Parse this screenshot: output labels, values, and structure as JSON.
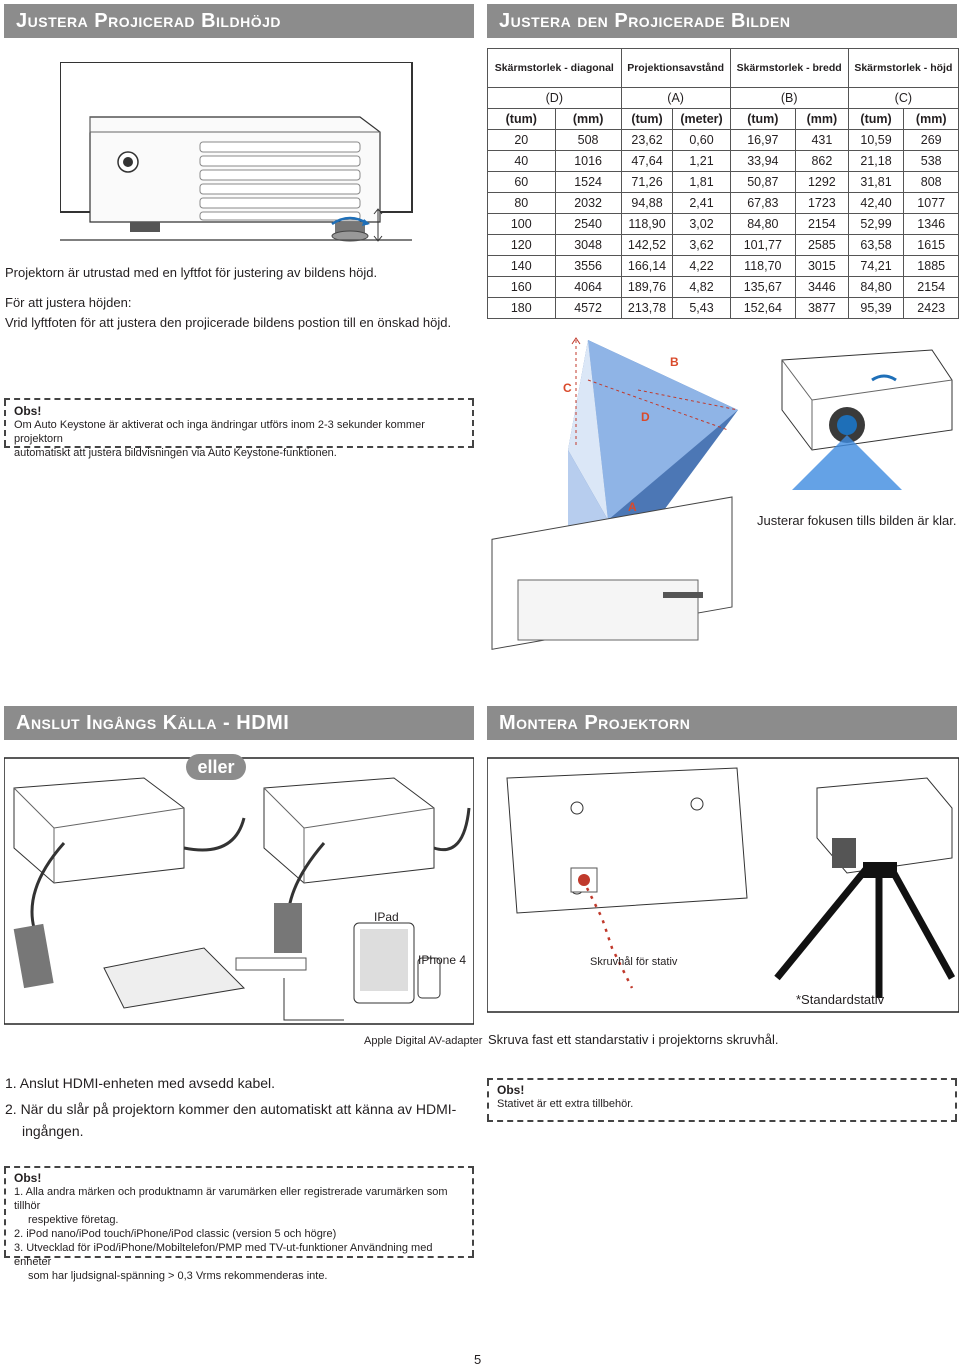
{
  "sections": {
    "height_title": "Justera Projicerad Bildhöjd",
    "image_title": "Justera den Projicerade Bilden",
    "hdmi_title": "Anslut Ingångs Källa - HDMI",
    "mount_title": "Montera Projektorn"
  },
  "height": {
    "p1": "Projektorn är utrustad med en lyftfot för justering av bildens höjd.",
    "p2": "För att justera höjden:",
    "p3": "Vrid lyftfoten för att justera den projicerade bildens postion till en önskad höjd."
  },
  "note1": {
    "title": "Obs!",
    "line1": "Om Auto Keystone är aktiverat och inga ändringar utförs inom 2-3 sekunder kommer projektorn",
    "line2": "automatiskt att justera bildvisningen via Auto Keystone-funktionen."
  },
  "table": {
    "h_diag": "Skärmstorlek - diagonal",
    "h_dist": "Projektionsavstånd",
    "h_width": "Skärmstorlek - bredd",
    "h_height": "Skärmstorlek - höjd",
    "l_d": "(D)",
    "l_a": "(A)",
    "l_b": "(B)",
    "l_c": "(C)",
    "units": [
      "(tum)",
      "(mm)",
      "(tum)",
      "(meter)",
      "(tum)",
      "(mm)",
      "(tum)",
      "(mm)"
    ],
    "rows": [
      [
        "20",
        "508",
        "23,62",
        "0,60",
        "16,97",
        "431",
        "10,59",
        "269"
      ],
      [
        "40",
        "1016",
        "47,64",
        "1,21",
        "33,94",
        "862",
        "21,18",
        "538"
      ],
      [
        "60",
        "1524",
        "71,26",
        "1,81",
        "50,87",
        "1292",
        "31,81",
        "808"
      ],
      [
        "80",
        "2032",
        "94,88",
        "2,41",
        "67,83",
        "1723",
        "42,40",
        "1077"
      ],
      [
        "100",
        "2540",
        "118,90",
        "3,02",
        "84,80",
        "2154",
        "52,99",
        "1346"
      ],
      [
        "120",
        "3048",
        "142,52",
        "3,62",
        "101,77",
        "2585",
        "63,58",
        "1615"
      ],
      [
        "140",
        "3556",
        "166,14",
        "4,22",
        "118,70",
        "3015",
        "74,21",
        "1885"
      ],
      [
        "160",
        "4064",
        "189,76",
        "4,82",
        "135,67",
        "3446",
        "84,80",
        "2154"
      ],
      [
        "180",
        "4572",
        "213,78",
        "5,43",
        "152,64",
        "3877",
        "95,39",
        "2423"
      ]
    ]
  },
  "diagram": {
    "label_a": "A",
    "label_b": "B",
    "label_c": "C",
    "label_d": "D",
    "focus_caption": "Justerar fokusen tills bilden är klar."
  },
  "hdmi": {
    "or_badge": "eller",
    "ipad": "IPad",
    "iphone": "IPhone 4",
    "adapter": "Apple Digital AV-adapter",
    "step1": "1.  Anslut HDMI-enheten med avsedd kabel.",
    "step2a": "2.  När du slår på projektorn kommer den automatiskt att känna av HDMI-",
    "step2b": "ingången."
  },
  "mount": {
    "screw_hole": "Skruvhål för stativ",
    "standard": "*Standardstativ",
    "caption": "Skruva fast ett standarstativ i projektorns skruvhål."
  },
  "note2": {
    "title": "Obs!",
    "body": "Stativet är ett extra tillbehör."
  },
  "note3": {
    "title": "Obs!",
    "l1": "1.  Alla andra märken och produktnamn är varumärken eller registrerade varumärken som tillhör",
    "l1b": "respektive företag.",
    "l2": "2.  iPod nano/iPod touch/iPhone/iPod classic (version 5 och högre)",
    "l3": "3.  Utvecklad för iPod/iPhone/Mobiltelefon/PMP med TV-ut-funktioner Användning med enheter",
    "l3b": "som har ljudsignal-spänning > 0,3 Vrms rekommenderas inte."
  },
  "page_number": "5"
}
